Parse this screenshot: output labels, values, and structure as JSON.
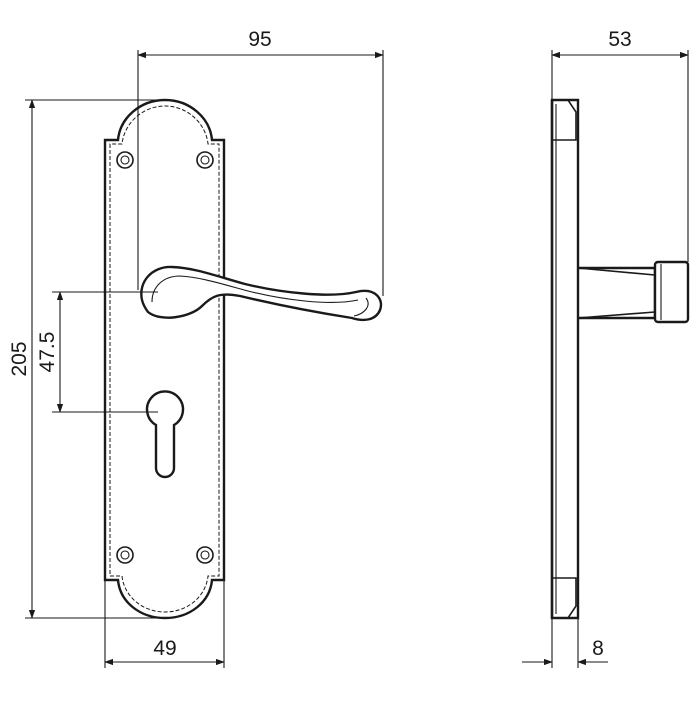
{
  "drawing": {
    "dimensions": {
      "handle_projection": "95",
      "overall_depth": "53",
      "plate_height": "205",
      "lever_to_keyhole": "47.5",
      "plate_width": "49",
      "plate_thickness": "8"
    },
    "views": [
      "front-view",
      "side-view"
    ],
    "line_color": "#1a1a1a",
    "background_color": "#ffffff"
  }
}
